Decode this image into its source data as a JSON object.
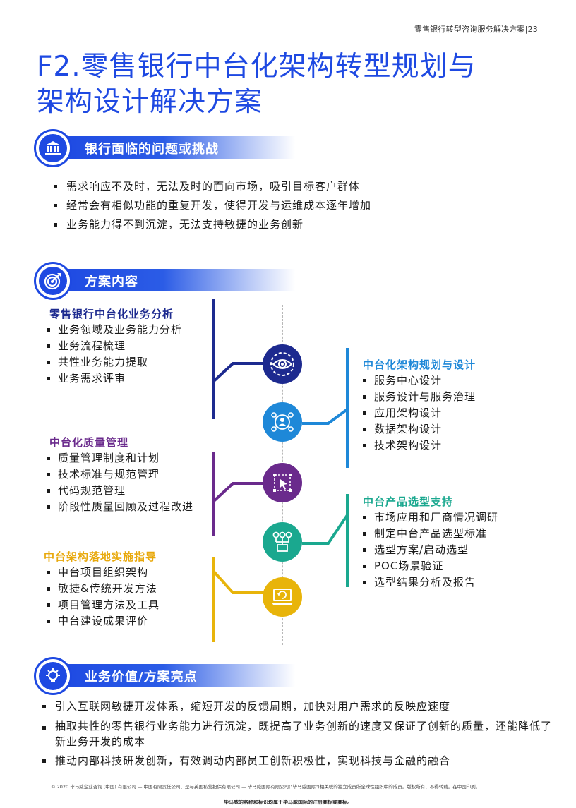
{
  "header": {
    "running_title": "零售银行转型咨询服务解决方案|23"
  },
  "title": {
    "line1": "F2.零售银行中台化架构转型规划与",
    "line2": "架构设计解决方案"
  },
  "sections": {
    "problems": {
      "label": "银行面临的问题或挑战",
      "icon": "bank-icon",
      "items": [
        "需求响应不及时，无法及时的面向市场，吸引目标客户群体",
        "经常会有相似功能的重复开发，使得开发与运维成本逐年增加",
        "业务能力得不到沉淀，无法支持敏捷的业务创新"
      ]
    },
    "solution": {
      "label": "方案内容",
      "icon": "target-icon"
    },
    "value": {
      "label": "业务价值/方案亮点",
      "icon": "lightbulb-icon",
      "items": [
        "引入互联网敏捷开发体系，缩短开发的反馈周期，加快对用户需求的反映应速度",
        "抽取共性的零售银行业务能力进行沉淀，既提高了业务创新的速度又保证了创新的质量，还能降低了新业务开发的成本",
        "推动内部科技研发创新，有效调动内部员工创新积极性，实现科技与金融的融合"
      ]
    }
  },
  "diagram": {
    "left": [
      {
        "title": "零售银行中台化业务分析",
        "color": "#1d2a8f",
        "items": [
          "业务领域及业务能力分析",
          "业务流程梳理",
          "共性业务能力提取",
          "业务需求评审"
        ]
      },
      {
        "title": "中台化质量管理",
        "color": "#6a2a8c",
        "items": [
          "质量管理制度和计划",
          "技术标准与规范管理",
          "代码规范管理",
          "阶段性质量回顾及过程改进"
        ]
      },
      {
        "title": "中台架构落地实施指导",
        "color": "#e8b40a",
        "items": [
          "中台项目组织架构",
          "敏捷&传统开发方法",
          "项目管理方法及工具",
          "中台建设成果评价"
        ]
      }
    ],
    "right": [
      {
        "title": "中台化架构规划与设计",
        "color": "#1e88d8",
        "items": [
          "服务中心设计",
          "服务设计与服务治理",
          "应用架构设计",
          "数据架构设计",
          "技术架构设计"
        ]
      },
      {
        "title": "中台产品选型支持",
        "color": "#1aa88f",
        "items": [
          "市场应用和厂商情况调研",
          "制定中台产品选型标准",
          "选型方案/启动选型",
          "POC场景验证",
          "选型结果分析及报告"
        ]
      }
    ],
    "icons": [
      "eye-gear-icon",
      "person-network-icon",
      "cursor-select-icon",
      "network-tree-icon",
      "laptop-refresh-icon"
    ]
  },
  "footer": {
    "note": "© 2020 毕马威企业咨询 (中国) 有限公司 — 中国有限责任公司，是与英国私营担保有限公司 — 毕马威国际有限公司(\"毕马威国际\")相关联的独立成员所全球性组织中的成员。版权所有，不得转载。在中国印刷。",
    "trademark": "毕马威的名称和标识均属于毕马威国际的注册商标或商标。"
  }
}
